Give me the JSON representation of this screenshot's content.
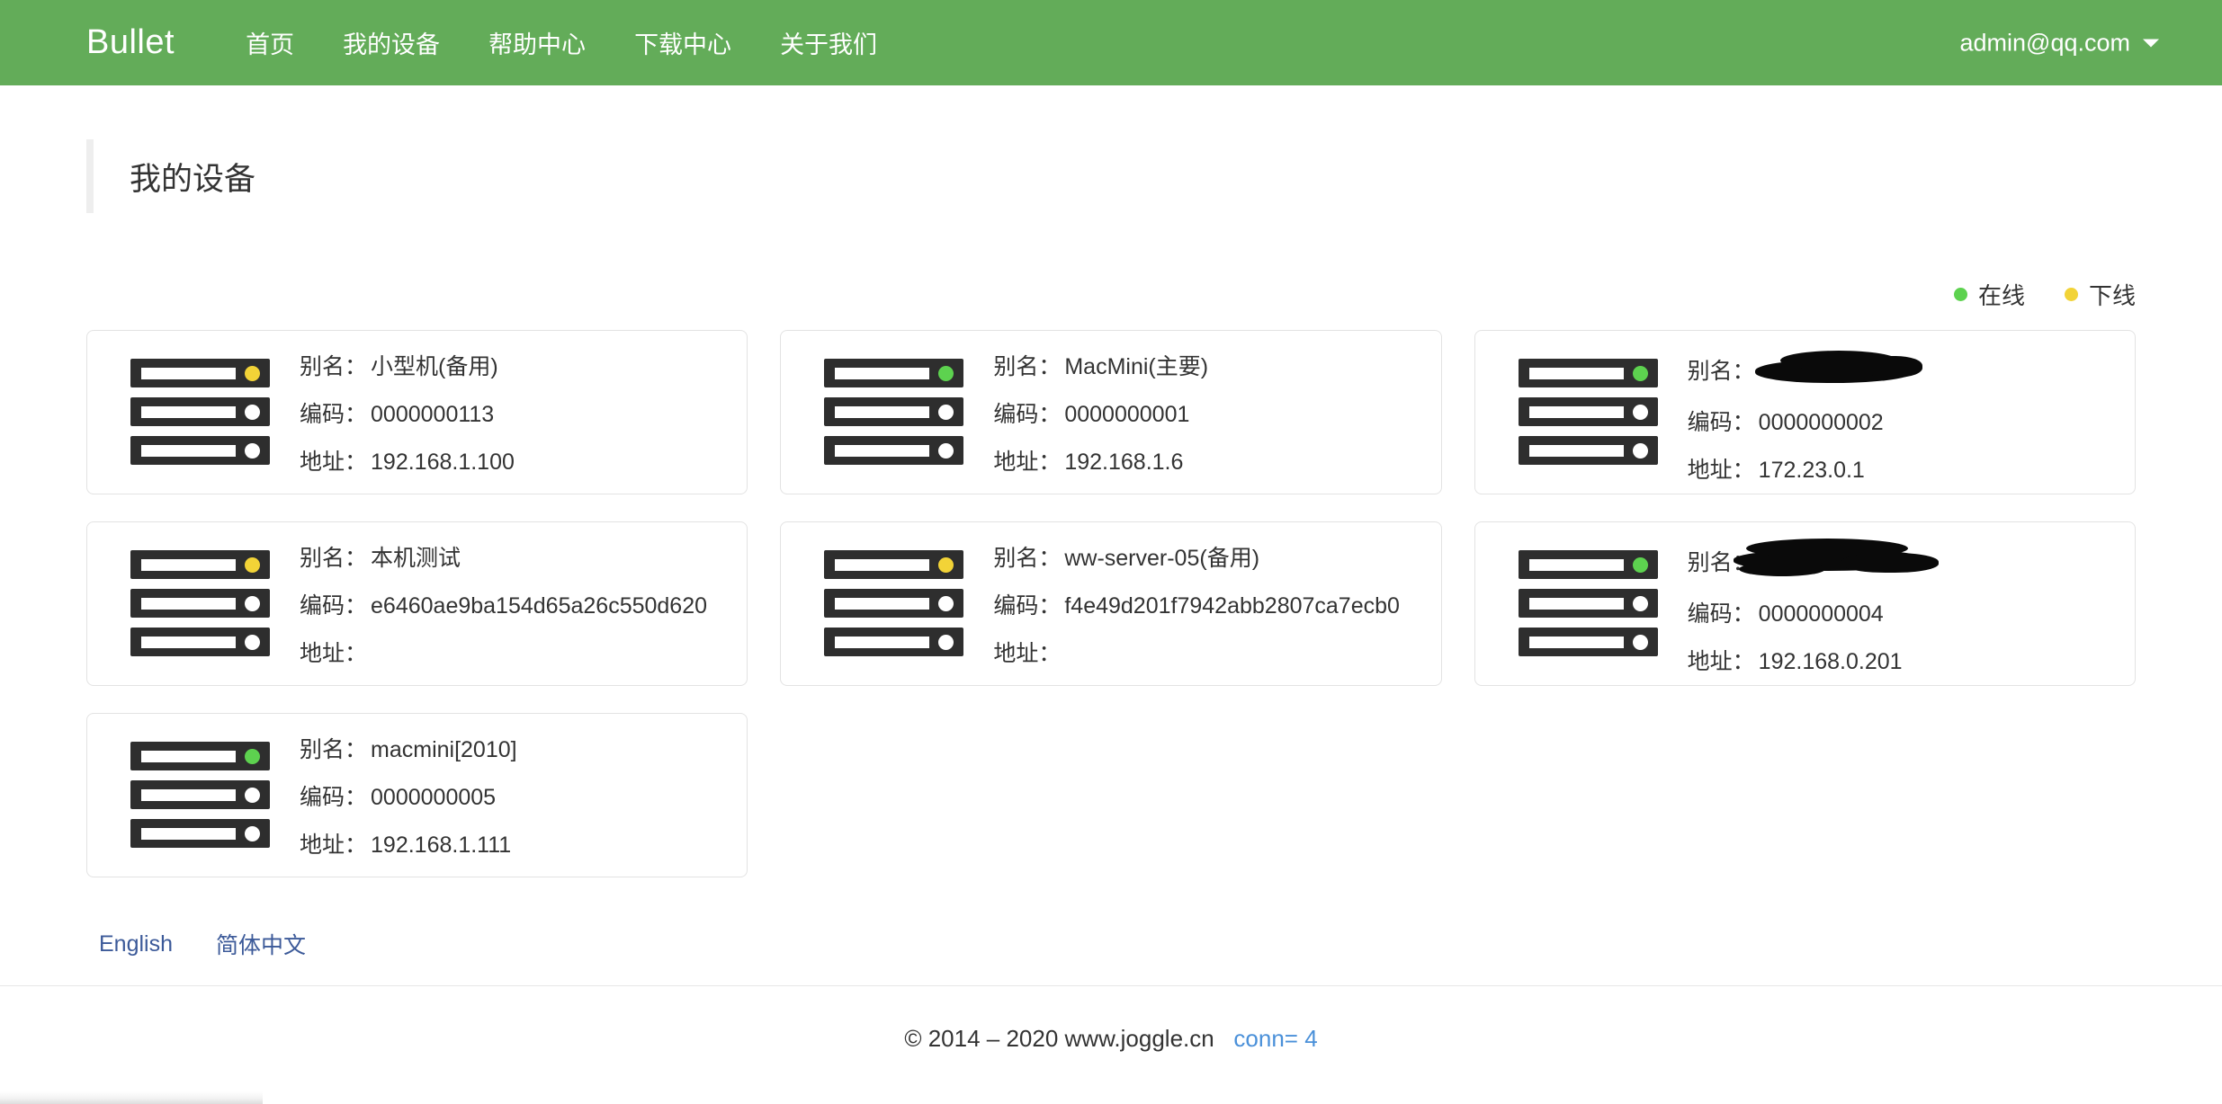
{
  "navbar": {
    "brand": "Bullet",
    "links": [
      {
        "label": "首页"
      },
      {
        "label": "我的设备"
      },
      {
        "label": "帮助中心"
      },
      {
        "label": "下载中心"
      },
      {
        "label": "关于我们"
      }
    ],
    "user": "admin@qq.com",
    "caret_icon": "chevron-down-icon",
    "background_color": "#63ac59"
  },
  "page": {
    "title": "我的设备"
  },
  "legend": {
    "items": [
      {
        "label": "在线",
        "color": "#5dd24f",
        "state": "online"
      },
      {
        "label": "下线",
        "color": "#f2d337",
        "state": "offline"
      }
    ]
  },
  "labels": {
    "alias": "别名：",
    "code": "编码：",
    "address": "地址："
  },
  "devices": [
    {
      "status": "offline",
      "alias": "小型机(备用)",
      "alias_redacted": false,
      "code": "0000000113",
      "address": "192.168.1.100"
    },
    {
      "status": "online",
      "alias": "MacMini(主要)",
      "alias_redacted": false,
      "code": "0000000001",
      "address": "192.168.1.6"
    },
    {
      "status": "online",
      "alias": "",
      "alias_redacted": true,
      "code": "0000000002",
      "address": "172.23.0.1"
    },
    {
      "status": "offline",
      "alias": "本机测试",
      "alias_redacted": false,
      "code": "e6460ae9ba154d65a26c550d620",
      "address": ""
    },
    {
      "status": "offline",
      "alias": "ww-server-05(备用)",
      "alias_redacted": false,
      "code": "f4e49d201f7942abb2807ca7ecb0",
      "address": ""
    },
    {
      "status": "online",
      "alias": "",
      "alias_redacted": true,
      "code": "0000000004",
      "address": "192.168.0.201"
    },
    {
      "status": "online",
      "alias": "macmini[2010]",
      "alias_redacted": false,
      "code": "0000000005",
      "address": "192.168.1.111"
    }
  ],
  "language": {
    "links": [
      {
        "label": "English"
      },
      {
        "label": "简体中文"
      }
    ]
  },
  "footer": {
    "copyright": "© 2014 – 2020 www.joggle.cn",
    "conn_label": "conn= 4",
    "conn_color": "#4a90d9"
  }
}
